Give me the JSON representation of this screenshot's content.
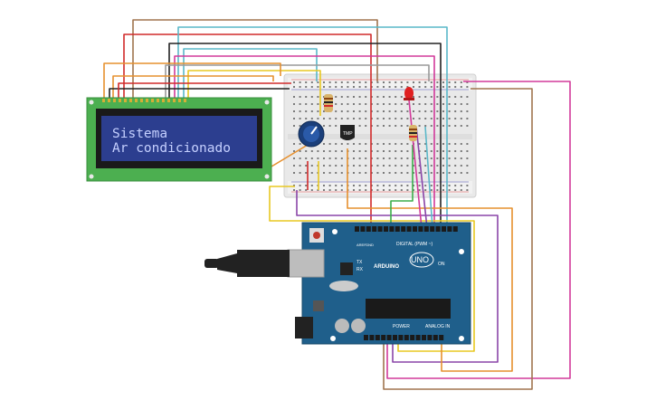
{
  "lcd": {
    "line1": "Sistema",
    "line2": "Ar condicionado",
    "bezel_color": "#4caf50",
    "screen_color": "#2c3e8f",
    "text_color": "#c5d0ff"
  },
  "sensor": {
    "label": "TMP"
  },
  "arduino": {
    "logo_text": "ARDUINO",
    "model": "UNO",
    "digital_label": "DIGITAL (PWM ~)",
    "analog_label": "ANALOG IN",
    "power_label": "POWER",
    "aref_label": "AREF",
    "gnd_label": "GND",
    "tx_label": "TX",
    "rx_label": "RX",
    "on_label": "ON",
    "board_color": "#1f5f8b"
  },
  "colors": {
    "wire_brown": "#a0744e",
    "wire_red": "#d12a2a",
    "wire_cyan": "#5ab8c9",
    "wire_black": "#222222",
    "wire_orange": "#e6902e",
    "wire_yellow": "#e8c822",
    "wire_magenta": "#d23a9a",
    "wire_purple": "#8a45a8",
    "wire_grey": "#9a9a9a",
    "wire_green": "#3cae4b",
    "led_red": "#e02020"
  }
}
